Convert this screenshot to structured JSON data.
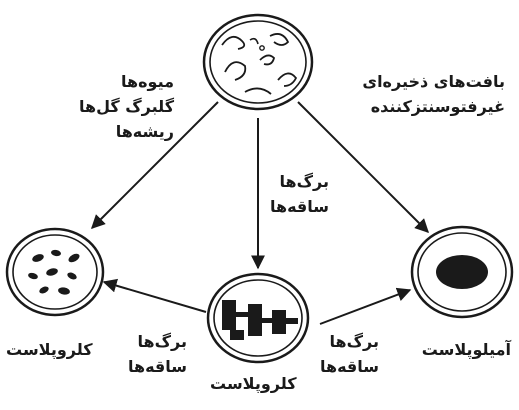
{
  "labels": {
    "left_arrow": [
      "میوه‌ها",
      "گلبرگ گل‌ها",
      "ریشه‌ها"
    ],
    "right_arrow": [
      "بافت‌های ذخیره‌ای",
      "غیرفتوسنتزکننده"
    ],
    "center_arrow": [
      "برگ‌ها",
      "ساقه‌ها"
    ],
    "bottom_left_arrow": [
      "برگ‌ها",
      "ساقه‌ها"
    ],
    "bottom_right_arrow": [
      "برگ‌ها",
      "ساقه‌ها"
    ]
  },
  "plastids": {
    "left": "کلروپلاست",
    "center": "کلروپلاست",
    "right": "آمیلوپلاست"
  },
  "colors": {
    "ink": "#1a1a1a",
    "background": "#ffffff"
  }
}
